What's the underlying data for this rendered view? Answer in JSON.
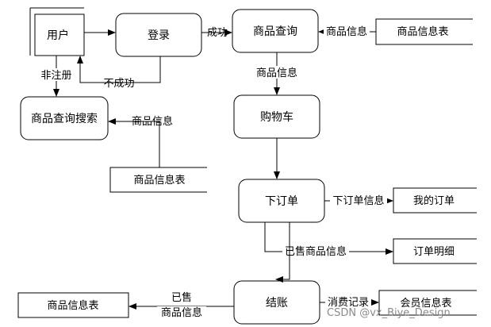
{
  "nodes": {
    "user": "用户",
    "login": "登录",
    "product_query": "商品查询",
    "product_search": "商品查询搜索",
    "cart": "购物车",
    "place_order": "下订单",
    "checkout": "结账"
  },
  "stores": {
    "product_table_top": "商品信息表",
    "product_table_mid": "商品信息表",
    "my_orders": "我的订单",
    "order_detail": "订单明细",
    "member_table": "会员信息表",
    "product_table_bottom": "商品信息表"
  },
  "flows": {
    "success": "成功",
    "fail": "不成功",
    "unregistered": "非注册",
    "product_info_top": "商品信息",
    "product_info_to_cart": "商品信息",
    "product_info_search": "商品信息",
    "order_info": "下订单信息",
    "sold_info": "已售商品信息",
    "consume_record": "消费记录",
    "sold_line1": "已售",
    "sold_line2": "商品信息"
  },
  "watermark": "CSDN @vx_Biye_Design"
}
